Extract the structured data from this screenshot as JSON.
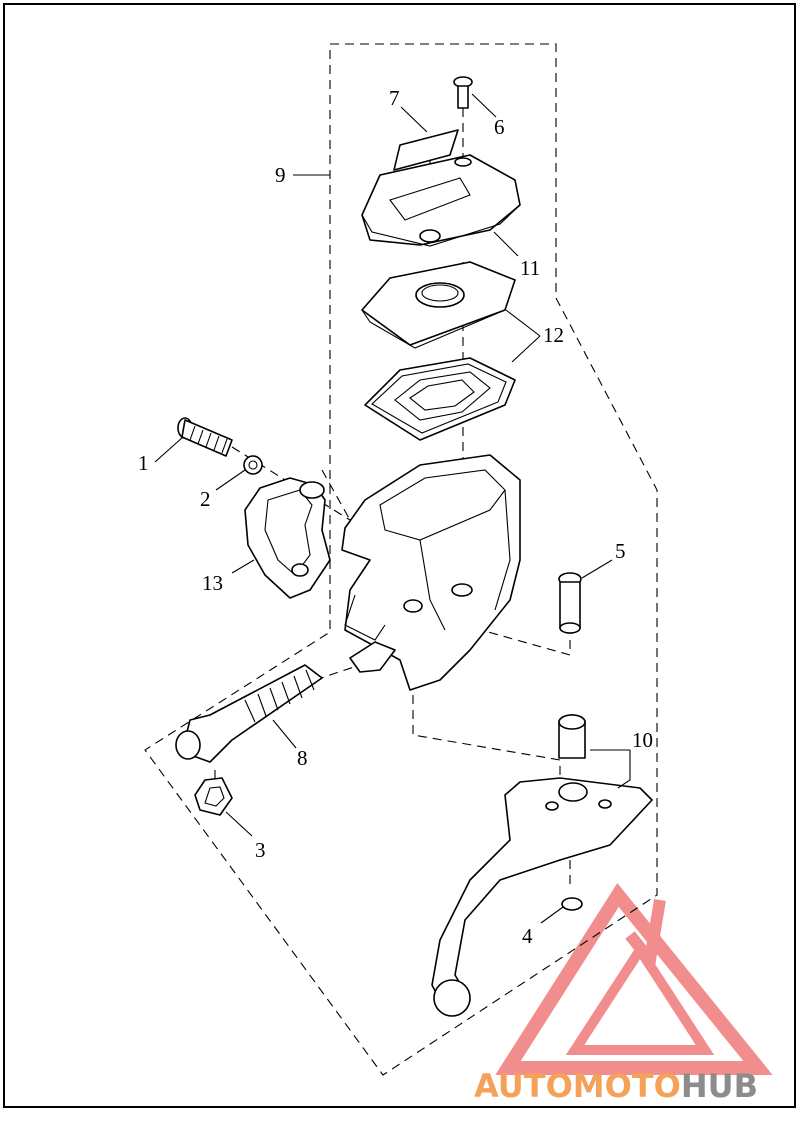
{
  "callouts": [
    {
      "id": "1",
      "text": "1"
    },
    {
      "id": "2",
      "text": "2"
    },
    {
      "id": "3",
      "text": "3"
    },
    {
      "id": "4",
      "text": "4"
    },
    {
      "id": "5",
      "text": "5"
    },
    {
      "id": "6",
      "text": "6"
    },
    {
      "id": "7",
      "text": "7"
    },
    {
      "id": "8",
      "text": "8"
    },
    {
      "id": "9",
      "text": "9"
    },
    {
      "id": "10",
      "text": "10"
    },
    {
      "id": "11",
      "text": "11"
    },
    {
      "id": "12",
      "text": "12"
    },
    {
      "id": "13",
      "text": "13"
    }
  ],
  "watermark": {
    "part1": "AUTO",
    "part2": "MOTO",
    "part3": "HUB",
    "color_orange": "#f5a15a",
    "color_grey": "#8c8c8c",
    "color_red": "#f07a7a"
  }
}
